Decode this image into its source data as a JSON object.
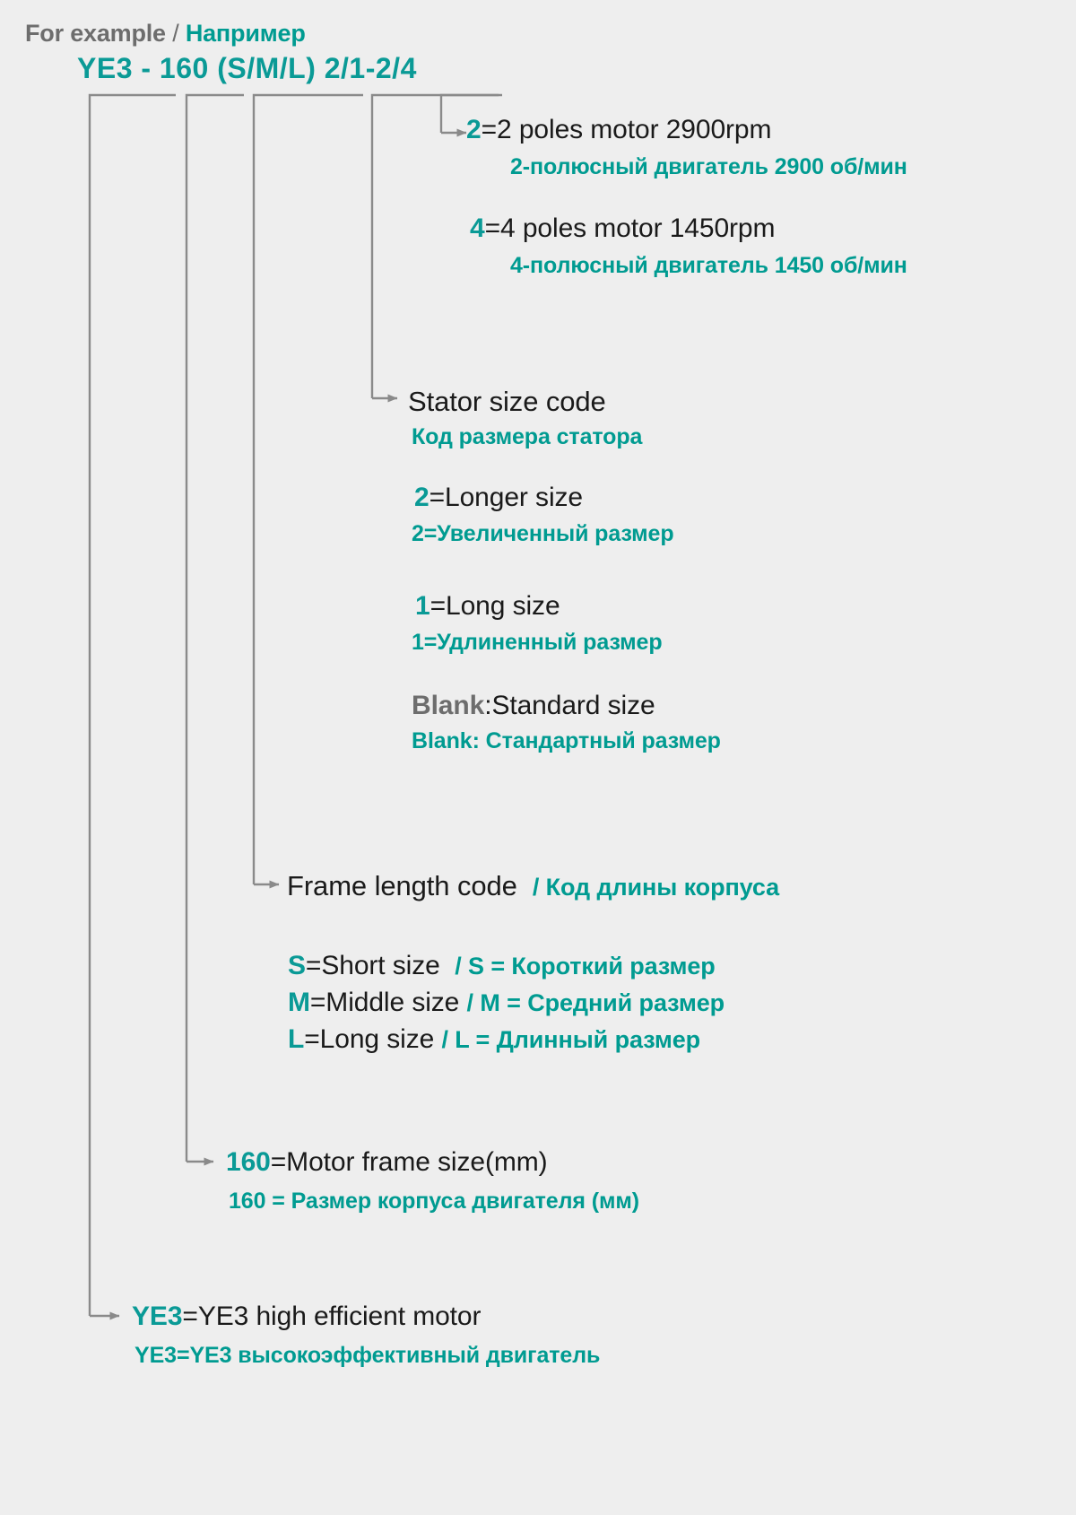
{
  "meta": {
    "background_color": "#eeeeee",
    "accent_teal": "#009b91",
    "code_teal": "#0a9a96",
    "text_black": "#1a1a1a",
    "text_gray": "#6d6d6d",
    "line_gray": "#7d7d7d"
  },
  "header": {
    "example_label_en": "For example",
    "example_separator": "/",
    "example_label_ru": "Например",
    "model_code": "YE3 - 160 (S/M/L) 2/1-2/4"
  },
  "entries": [
    {
      "id": "poles-2",
      "key": "2",
      "key_color": "teal",
      "en": "=2 poles motor 2900rpm",
      "ru": "2-полюсный двигатель 2900 об/мин"
    },
    {
      "id": "poles-4",
      "key": "4",
      "key_color": "teal",
      "en": "=4 poles motor 1450rpm",
      "ru": "4-полюсный двигатель 1450 об/мин"
    },
    {
      "id": "stator-size-code",
      "key": "",
      "key_color": "none",
      "en": "Stator size code",
      "ru": "Код размера статора"
    },
    {
      "id": "longer-size",
      "key": "2",
      "key_color": "teal",
      "en": "=Longer size",
      "ru": "2=Увеличенный размер"
    },
    {
      "id": "long-size",
      "key": "1",
      "key_color": "teal",
      "en": "=Long size",
      "ru": "1=Удлиненный размер"
    },
    {
      "id": "standard-size",
      "key": "Blank",
      "key_color": "gray",
      "en": ":Standard size",
      "ru": "Blank: Стандартный размер"
    },
    {
      "id": "frame-length-code",
      "key": "",
      "key_color": "none",
      "en": "Frame length code",
      "ru": "/ Код длины корпуса",
      "inline_ru": true
    },
    {
      "id": "short-size",
      "key": "S",
      "key_color": "teal",
      "en": "=Short size",
      "ru": "/ S = Короткий размер",
      "inline_ru": true
    },
    {
      "id": "middle-size",
      "key": "M",
      "key_color": "teal",
      "en": "=Middle size",
      "ru": "/ M = Средний размер",
      "inline_ru": true
    },
    {
      "id": "long-size-L",
      "key": "L",
      "key_color": "teal",
      "en": "=Long size",
      "ru": "/ L = Длинный размер",
      "inline_ru": true
    },
    {
      "id": "frame-size",
      "key": "160",
      "key_color": "teal",
      "en": "=Motor frame size(mm)",
      "ru": "160 = Размер корпуса двигателя (мм)"
    },
    {
      "id": "ye3-motor",
      "key": "YE3",
      "key_color": "teal",
      "en": "=YE3 high efficient motor",
      "ru": "YE3=YE3 высокоэффективный двигатель"
    }
  ]
}
